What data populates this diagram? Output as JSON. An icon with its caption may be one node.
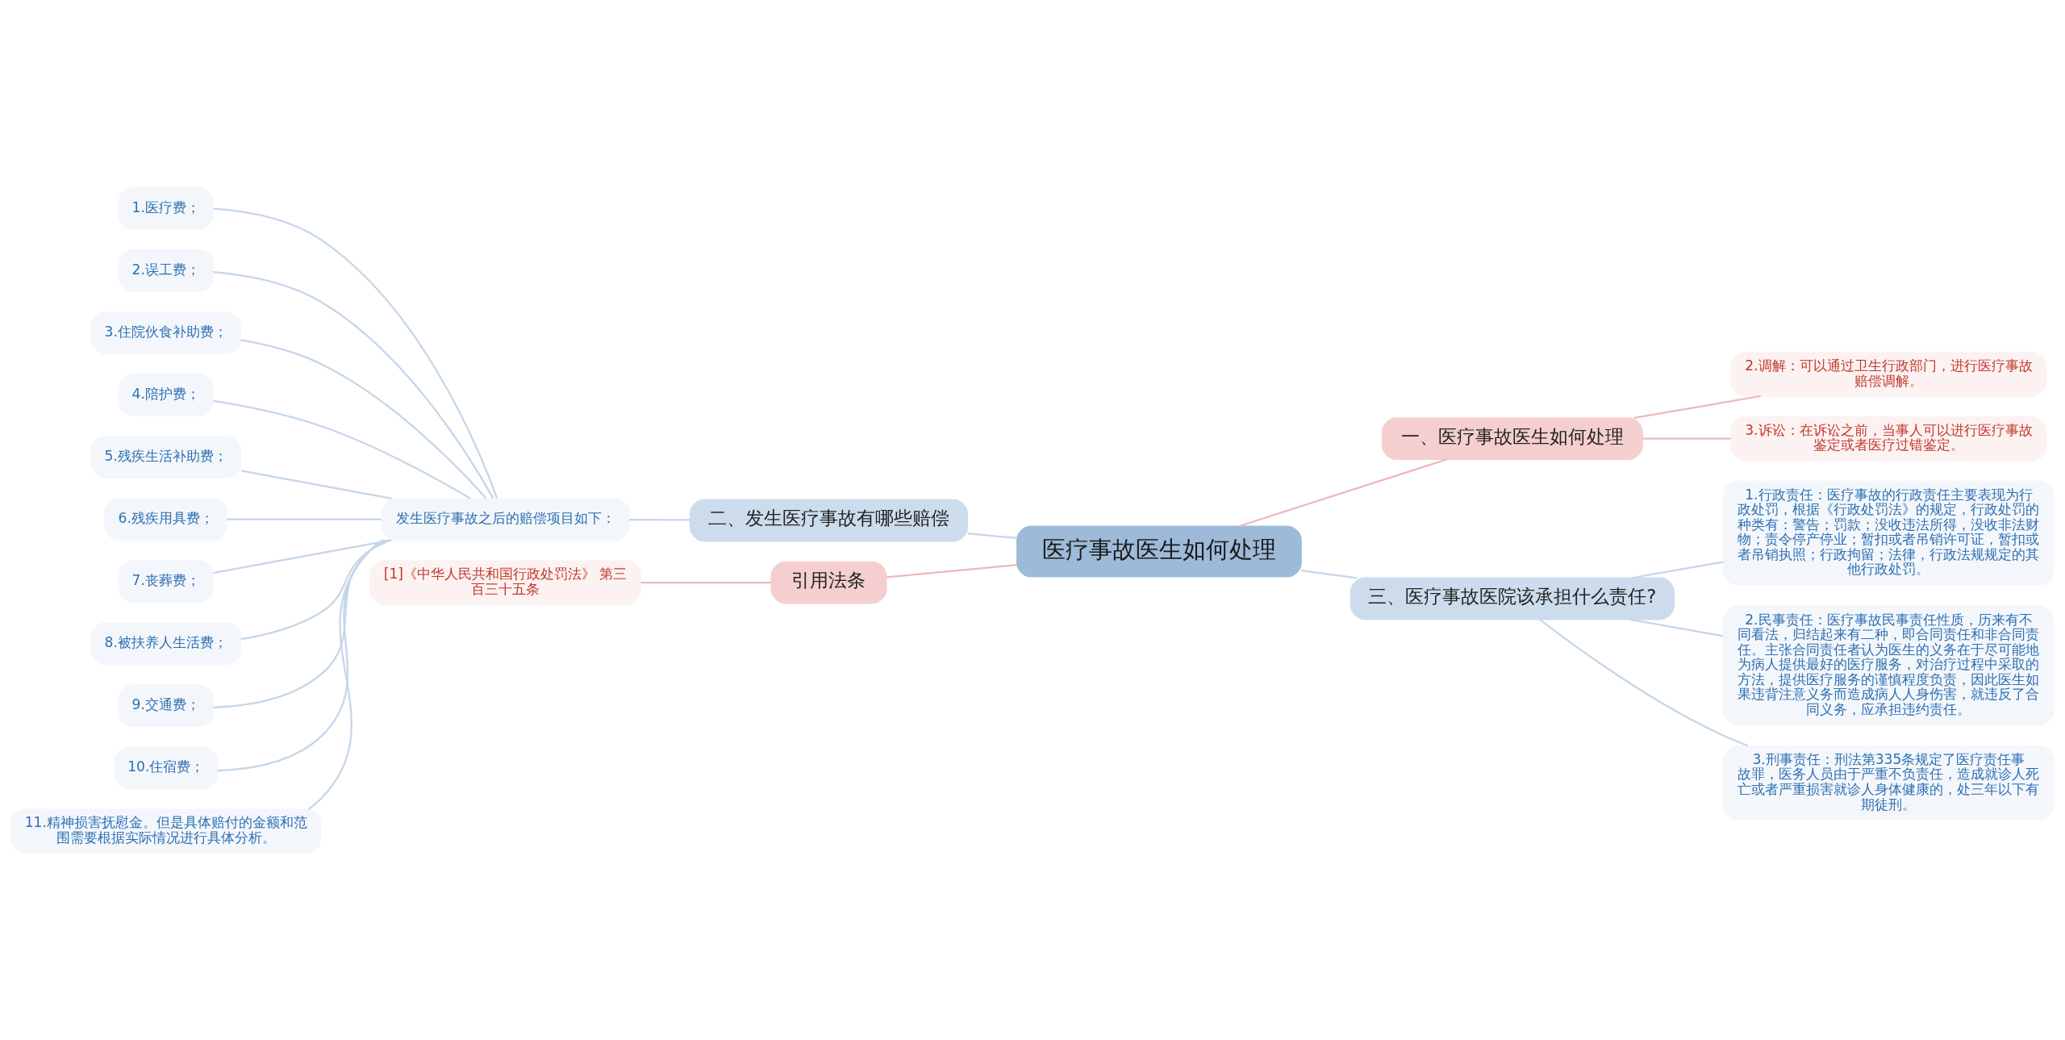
{
  "diagram": {
    "nodes": [
      {
        "text": [
          "医疗事故医生如何处理"
        ]
      },
      {
        "text": [
          "一、医疗事故医生如何处理"
        ]
      },
      {
        "text": [
          "2.调解：可以通过卫生行政部门，进行医疗事故赔偿调解。"
        ]
      },
      {
        "text": [
          "3.诉讼：在诉讼之前，当事人可以进行医疗事故鉴定或者医疗过错鉴定。"
        ]
      },
      {
        "text": [
          "二、发生医疗事故有哪些赔偿"
        ]
      },
      {
        "text": [
          "发生医疗事故之后的赔偿项目如下："
        ]
      },
      {
        "text": [
          "1.医疗费；"
        ]
      },
      {
        "text": [
          "2.误工费；"
        ]
      },
      {
        "text": [
          "3.住院伙食补助费；"
        ]
      },
      {
        "text": [
          "4.陪护费；"
        ]
      },
      {
        "text": [
          "5.残疾生活补助费；"
        ]
      },
      {
        "text": [
          "6.残疾用具费；"
        ]
      },
      {
        "text": [
          "7.丧葬费；"
        ]
      },
      {
        "text": [
          "8.被扶养人生活费；"
        ]
      },
      {
        "text": [
          "9.交通费；"
        ]
      },
      {
        "text": [
          "10.住宿费；"
        ]
      },
      {
        "text": [
          "11.精神损害抚慰金。但是具体赔付的金额和范围需要根据实际情况进行具体分析。"
        ]
      },
      {
        "text": [
          "三、医疗事故医院该承担什么责任?"
        ]
      },
      {
        "text": [
          "1.行政责任：医疗事故的行政责任主要表现为行政处罚，根据《行政处罚法》的规定，行政处罚的种类有：警告；罚款；没收违法所得，没收非法财物；责令停产停业；暂扣或者吊销许可证，暂扣或者吊销执照；行政拘留；法律，行政法规规定的其他行政处罚。"
        ]
      },
      {
        "text": [
          "2.民事责任：医疗事故民事责任性质，历来有不同看法，归结起来有二种，即合同责任和非合同责任。主张合同责任者认为医生的义务在于尽可能地为病人提供最好的医疗服务，对治疗过程中采取的方法，提供医疗服务的谨慎程度负责，因此医生如果违背注意义务而造成病人人身伤害，就违反了合同义务，应承担违约责任。"
        ]
      },
      {
        "text": [
          "3.刑事责任：刑法第335条规定了医疗责任事故罪，医务人员由于严重不负责任，造成就诊人死亡或者严重损害就诊人身体健康的，处三年以下有期徒刑。"
        ]
      },
      {
        "text": [
          "引用法条"
        ]
      },
      {
        "text": [
          "[1]《中华人民共和国行政处罚法》 第三百三十五条"
        ]
      }
    ],
    "edges": [
      {
        "from": 0,
        "to": 1,
        "arrow": "none",
        "color": "#f0b8b8"
      },
      {
        "from": 1,
        "to": 2,
        "arrow": "none",
        "color": "#f0b8b8"
      },
      {
        "from": 1,
        "to": 3,
        "arrow": "none",
        "color": "#f0b8b8"
      },
      {
        "from": 0,
        "to": 4,
        "arrow": "none"
      },
      {
        "from": 4,
        "to": 5,
        "arrow": "none"
      },
      {
        "from": 5,
        "to": 6,
        "arrow": "none"
      },
      {
        "from": 5,
        "to": 7,
        "arrow": "none"
      },
      {
        "from": 5,
        "to": 8,
        "arrow": "none"
      },
      {
        "from": 5,
        "to": 9,
        "arrow": "none"
      },
      {
        "from": 5,
        "to": 10,
        "arrow": "none"
      },
      {
        "from": 5,
        "to": 11,
        "arrow": "none"
      },
      {
        "from": 5,
        "to": 12,
        "arrow": "none"
      },
      {
        "from": 5,
        "to": 13,
        "arrow": "none"
      },
      {
        "from": 5,
        "to": 14,
        "arrow": "none"
      },
      {
        "from": 5,
        "to": 15,
        "arrow": "none"
      },
      {
        "from": 5,
        "to": 16,
        "arrow": "none"
      },
      {
        "from": 0,
        "to": 17,
        "arrow": "none"
      },
      {
        "from": 17,
        "to": 18,
        "arrow": "none"
      },
      {
        "from": 17,
        "to": 19,
        "arrow": "none"
      },
      {
        "from": 17,
        "to": 20,
        "arrow": "none"
      },
      {
        "from": 0,
        "to": 21,
        "arrow": "none",
        "color": "#f0b8b8"
      },
      {
        "from": 21,
        "to": 22,
        "arrow": "none",
        "color": "#f0b8b8"
      }
    ]
  }
}
